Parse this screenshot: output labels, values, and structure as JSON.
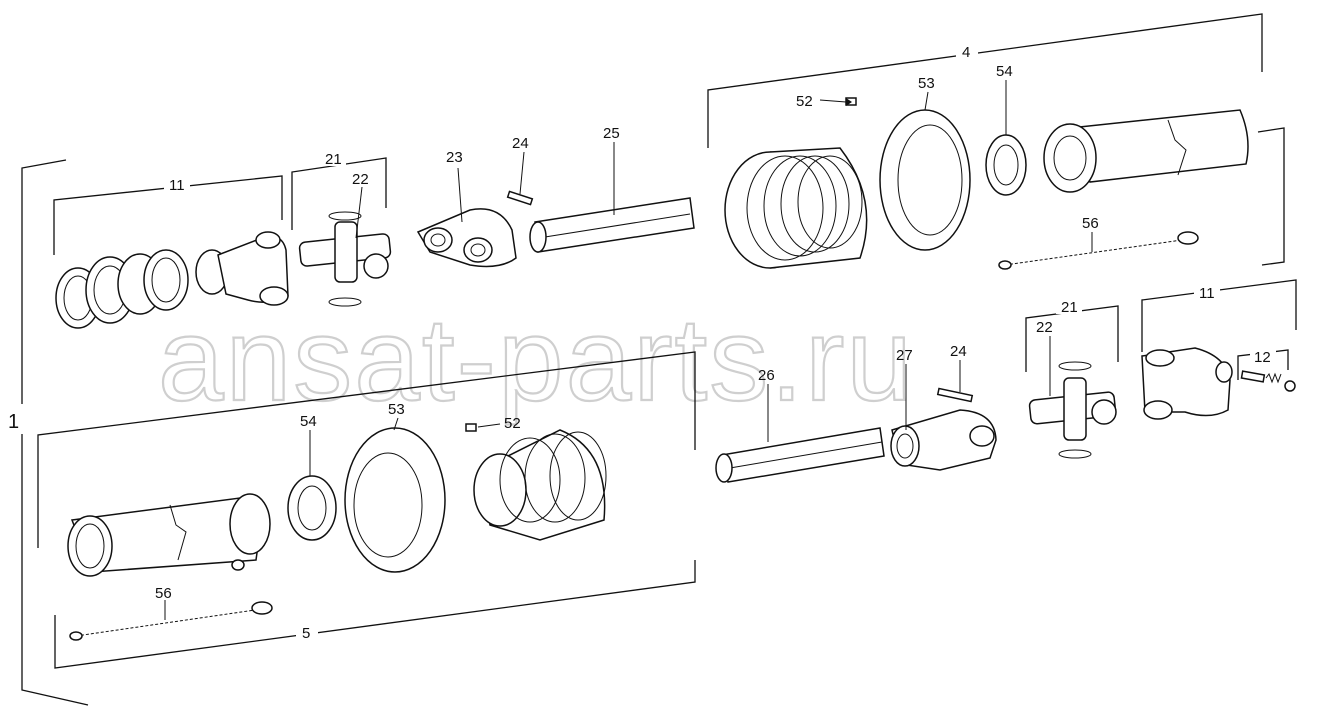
{
  "watermark": "ansat-parts.ru",
  "labels": {
    "main": "1",
    "half_top": "4",
    "half_bottom": "5",
    "yoke_group_left": "11",
    "yoke_group_right": "11",
    "cross_group_left": "21",
    "cross_group_right": "21",
    "cross_left": "22",
    "cross_right": "22",
    "inner_yoke_top": "23",
    "pin_top": "24",
    "pin_bottom": "24",
    "tube_top": "25",
    "tube_bottom": "26",
    "inner_yoke_bottom": "27",
    "screw_top": "52",
    "screw_bottom": "52",
    "cone_top": "53",
    "cone_bottom": "53",
    "bearing_ring_top": "54",
    "bearing_ring_bottom": "54",
    "chain_top": "56",
    "chain_bottom": "56",
    "bolt_spring": "12"
  }
}
